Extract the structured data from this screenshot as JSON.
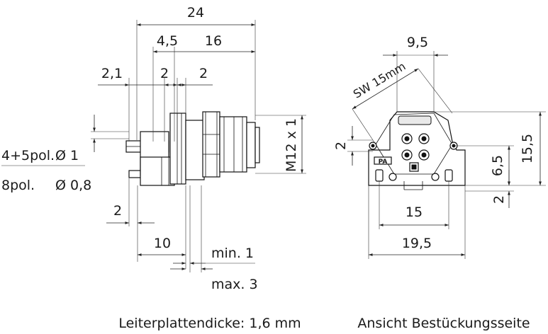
{
  "side_view": {
    "dimensions": {
      "total_length": "24",
      "d_4_5": "4,5",
      "d_16": "16",
      "d_2_1": "2,1",
      "d_2_left": "2",
      "d_2_right": "2",
      "d_2_bottom": "2",
      "d_10": "10",
      "min": "min. 1",
      "max": "max. 3",
      "thread": "M12 x 1"
    },
    "pin_labels": {
      "line1_prefix": "4+5pol.",
      "line1_value": "Ø 1",
      "line2_prefix": "8pol.",
      "line2_value": "Ø 0,8"
    },
    "caption": "Leiterplattendicke: 1,6 mm"
  },
  "front_view": {
    "dimensions": {
      "d_9_5": "9,5",
      "sw": "SW 15mm",
      "d_2_left": "2",
      "d_6_5": "6,5",
      "d_15_5": "15,5",
      "d_2_right": "2",
      "d_15": "15",
      "d_19_5": "19,5"
    },
    "marking": "PA",
    "caption": "Ansicht Bestückungsseite"
  }
}
